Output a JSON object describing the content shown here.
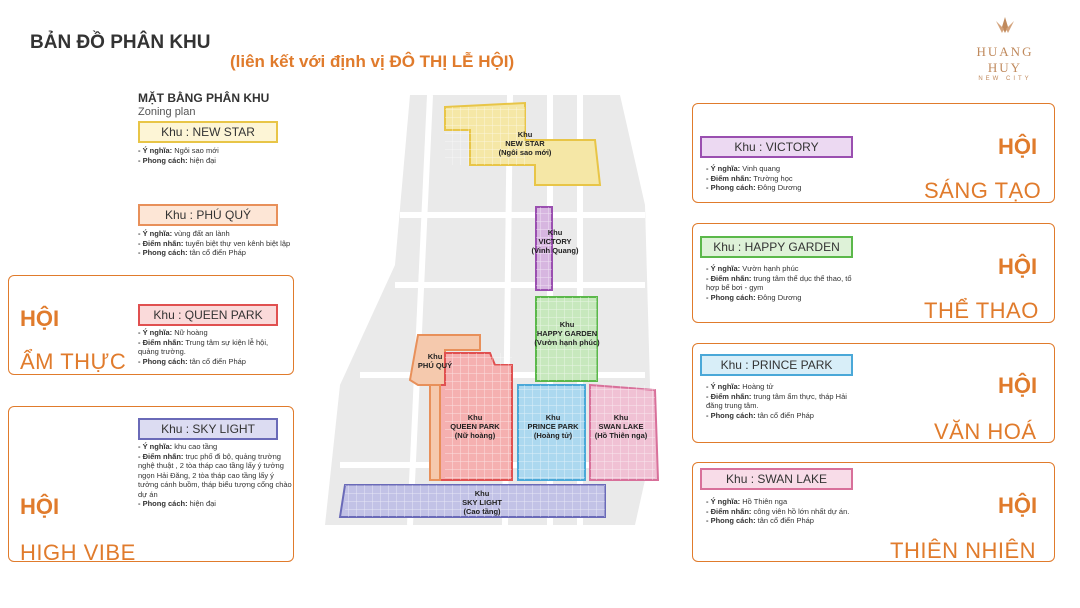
{
  "header": {
    "title": "BẢN ĐỒ PHÂN KHU",
    "subtitle": "(liên kết với định vị ĐÔ THỊ LỄ HỘI)",
    "logo_name": "HUANG HUY",
    "logo_sub": "NEW CITY"
  },
  "section": {
    "title": "MẶT BẰNG PHÂN KHU",
    "subtitle": "Zoning plan"
  },
  "colors": {
    "accent": "#e07b2c",
    "new_star": "#e8c547",
    "phu_quy": "#e8905a",
    "queen_park": "#e05050",
    "sky_light": "#6a6ab8",
    "victory": "#9a4fb0",
    "happy_garden": "#5bb84a",
    "prince_park": "#4aa8d8",
    "swan_lake": "#d8709a"
  },
  "zones_left": [
    {
      "label": "Khu :  NEW STAR",
      "lines": [
        {
          "k": "- Ý nghĩa:",
          "v": " Ngôi sao mới"
        },
        {
          "k": "- Phong cách:",
          "v": " hiện đại"
        }
      ]
    },
    {
      "label": "Khu : PHÚ QUÝ",
      "lines": [
        {
          "k": "- Ý nghĩa:",
          "v": " vùng đất an lành"
        },
        {
          "k": "- Điểm nhấn:",
          "v": " tuyến biệt thự ven kênh biệt lập"
        },
        {
          "k": "- Phong cách:",
          "v": " tân cổ điển Pháp"
        }
      ]
    },
    {
      "label": "Khu : QUEEN PARK",
      "lines": [
        {
          "k": "- Ý nghĩa:",
          "v": " Nữ hoàng"
        },
        {
          "k": "- Điểm nhấn:",
          "v": " Trung tâm sự kiện lễ hội, quảng trường."
        },
        {
          "k": "- Phong cách:",
          "v": " tân cổ điển Pháp"
        }
      ]
    },
    {
      "label": "Khu : SKY LIGHT",
      "lines": [
        {
          "k": "- Ý nghĩa:",
          "v": " khu cao tầng"
        },
        {
          "k": "- Điểm nhấn:",
          "v": " trục phố đi bộ, quảng trường nghệ thuật , 2 tòa tháp cao tầng lấy ý tưởng ngọn Hải Đăng, 2 tòa tháp cao tầng lấy ý tưởng cánh buồm, tháp biểu tượng cổng chào dự án"
        },
        {
          "k": "- Phong cách:",
          "v": " hiện đại"
        }
      ]
    }
  ],
  "zones_right": [
    {
      "label": "Khu :  VICTORY",
      "lines": [
        {
          "k": "- Ý nghĩa:",
          "v": " Vinh quang"
        },
        {
          "k": "- Điểm nhấn:",
          "v": " Trường học"
        },
        {
          "k": "- Phong cách:",
          "v": " Đông Dương"
        }
      ]
    },
    {
      "label": "Khu :  HAPPY GARDEN",
      "lines": [
        {
          "k": "- Ý nghĩa:",
          "v": " Vườn hạnh phúc"
        },
        {
          "k": "- Điểm nhấn:",
          "v": " trung tâm thể dục thể thao, tổ hợp bể bơi - gym"
        },
        {
          "k": "- Phong cách:",
          "v": " Đông Dương"
        }
      ]
    },
    {
      "label": "Khu :  PRINCE PARK",
      "lines": [
        {
          "k": "- Ý nghĩa:",
          "v": " Hoàng tử"
        },
        {
          "k": "- Điểm nhấn:",
          "v": " trung tâm ẩm thực, tháp Hải đăng trung tâm."
        },
        {
          "k": "- Phong cách:",
          "v": " tân cổ điển Pháp"
        }
      ]
    },
    {
      "label": "Khu :  SWAN LAKE",
      "lines": [
        {
          "k": "- Ý nghĩa:",
          "v": " Hồ Thiên nga"
        },
        {
          "k": "- Điểm nhấn:",
          "v": " công viên hồ lớn nhất dự án."
        },
        {
          "k": "- Phong cách:",
          "v": " tân cổ điển Pháp"
        }
      ]
    }
  ],
  "hoi": {
    "word": "HỘI",
    "am_thuc": "ẨM THỰC",
    "high_vibe": "HIGH VIBE",
    "sang_tao": "SÁNG TẠO",
    "the_thao": "THỂ THAO",
    "van_hoa": "VĂN HOÁ",
    "thien_nhien": "THIÊN NHIÊN"
  },
  "map": {
    "new_star": [
      "Khu",
      "NEW STAR",
      "(Ngôi sao mới)"
    ],
    "victory": [
      "Khu",
      "VICTORY",
      "(Vinh Quang)"
    ],
    "happy_garden": [
      "Khu",
      "HAPPY GARDEN",
      "(Vườn hạnh phúc)"
    ],
    "phu_quy": [
      "Khu",
      "PHÚ QUÝ"
    ],
    "queen_park": [
      "Khu",
      "QUEEN PARK",
      "(Nữ hoàng)"
    ],
    "prince_park": [
      "Khu",
      "PRINCE PARK",
      "(Hoàng tử)"
    ],
    "swan_lake": [
      "Khu",
      "SWAN LAKE",
      "(Hồ Thiên nga)"
    ],
    "sky_light": [
      "Khu",
      "SKY LIGHT",
      "(Cao tầng)"
    ]
  }
}
